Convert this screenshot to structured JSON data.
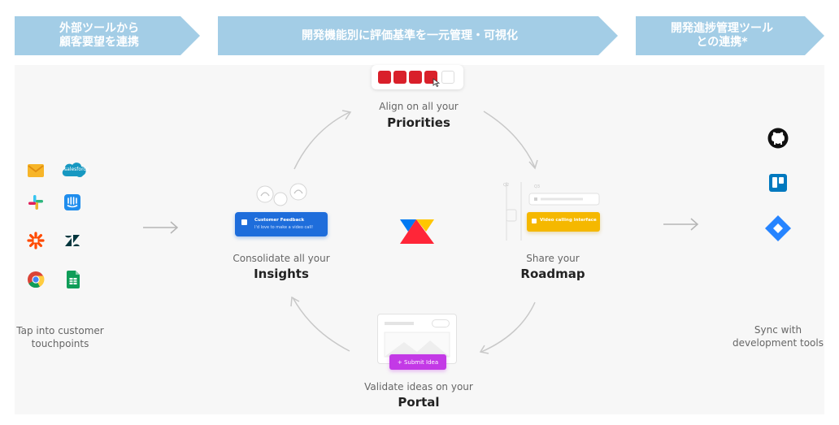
{
  "banners": {
    "left": [
      "外部ツールから",
      "顧客要望を連携"
    ],
    "middle": "開発機能別に評価基準を一元管理・可視化",
    "right": [
      "開発進捗管理ツール",
      "との連携*"
    ]
  },
  "sources": {
    "caption": [
      "Tap into customer",
      "touchpoints"
    ],
    "icons": [
      "mail-icon",
      "salesforce-icon",
      "slack-icon",
      "intercom-icon",
      "zapier-icon",
      "zendesk-icon",
      "chrome-icon",
      "google-sheets-icon"
    ],
    "salesforce_text": "salesforce"
  },
  "nodes": {
    "priorities": {
      "caption": "Align on all your",
      "title": "Priorities"
    },
    "insights": {
      "caption": "Consolidate all your",
      "title": "Insights",
      "card_title": "Customer Feedback",
      "card_sub": "I'd love to make a video call!"
    },
    "roadmap": {
      "caption": "Share your",
      "title": "Roadmap",
      "card_label": "Video calling interface"
    },
    "portal": {
      "caption": "Validate ideas on your",
      "title": "Portal",
      "button": "+ Submit Idea"
    }
  },
  "sync": {
    "caption": [
      "Sync with",
      "development tools"
    ],
    "icons": [
      "github-icon",
      "trello-icon",
      "jira-icon"
    ]
  },
  "colors": {
    "banner": "#a3cde6",
    "priority_red": "#d9202a",
    "insight_blue": "#1e6ddb",
    "roadmap_yellow": "#f5b800",
    "portal_purple": "#c339e6",
    "jira_blue": "#2684ff",
    "trello_blue": "#0079bf"
  }
}
